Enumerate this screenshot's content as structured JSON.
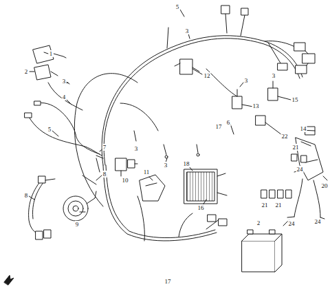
{
  "diagram": {
    "labels": [
      "1",
      "2",
      "3",
      "4",
      "5",
      "5",
      "3",
      "12",
      "3",
      "3",
      "15",
      "13",
      "14",
      "22",
      "17",
      "6",
      "3",
      "10",
      "7",
      "8",
      "8",
      "9",
      "11",
      "3",
      "18",
      "16",
      "21",
      "21",
      "21",
      "20",
      "24",
      "24",
      "24",
      "2",
      "17"
    ]
  }
}
